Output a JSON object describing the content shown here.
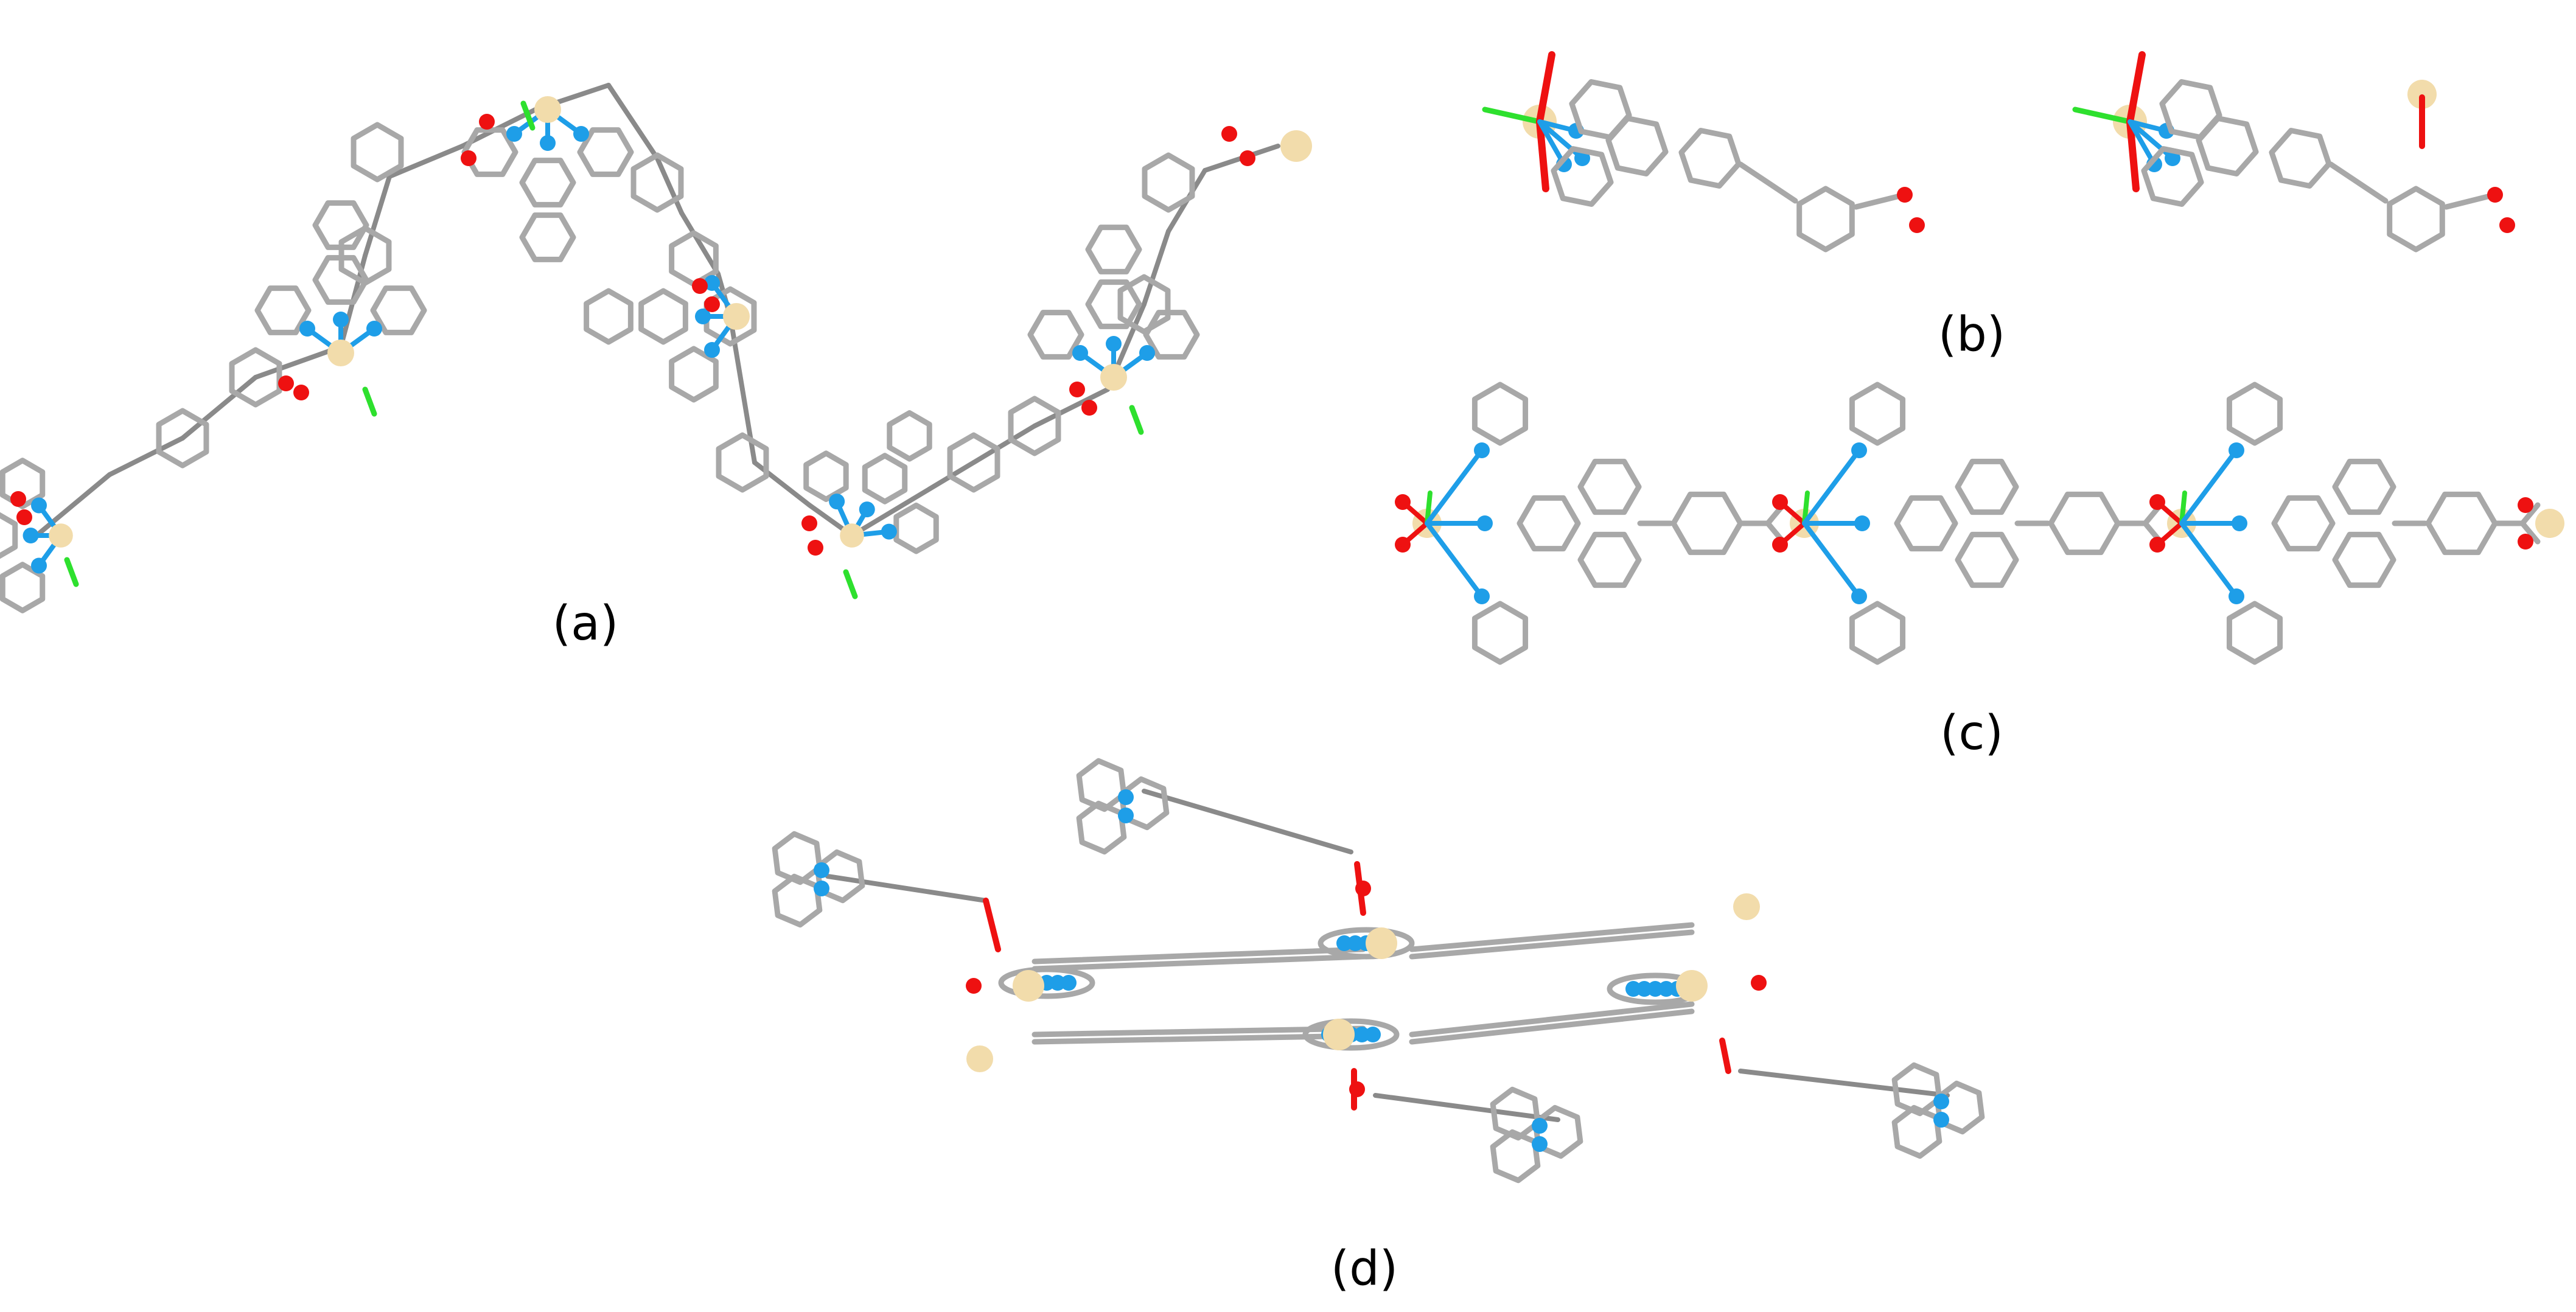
{
  "figure": {
    "panels": [
      {
        "id": "a",
        "caption": "(a)"
      },
      {
        "id": "b",
        "caption": "(b)"
      },
      {
        "id": "c",
        "caption": "(c)"
      },
      {
        "id": "d",
        "caption": "(d)"
      }
    ]
  },
  "colors": {
    "bond": "#a8a8a8",
    "bond_dark": "#8a8a8a",
    "metal": "#f2dcab",
    "oxygen": "#ee1111",
    "nitrogen": "#1e9ee8",
    "chlorine": "#2ee02e",
    "background": "#ffffff"
  }
}
